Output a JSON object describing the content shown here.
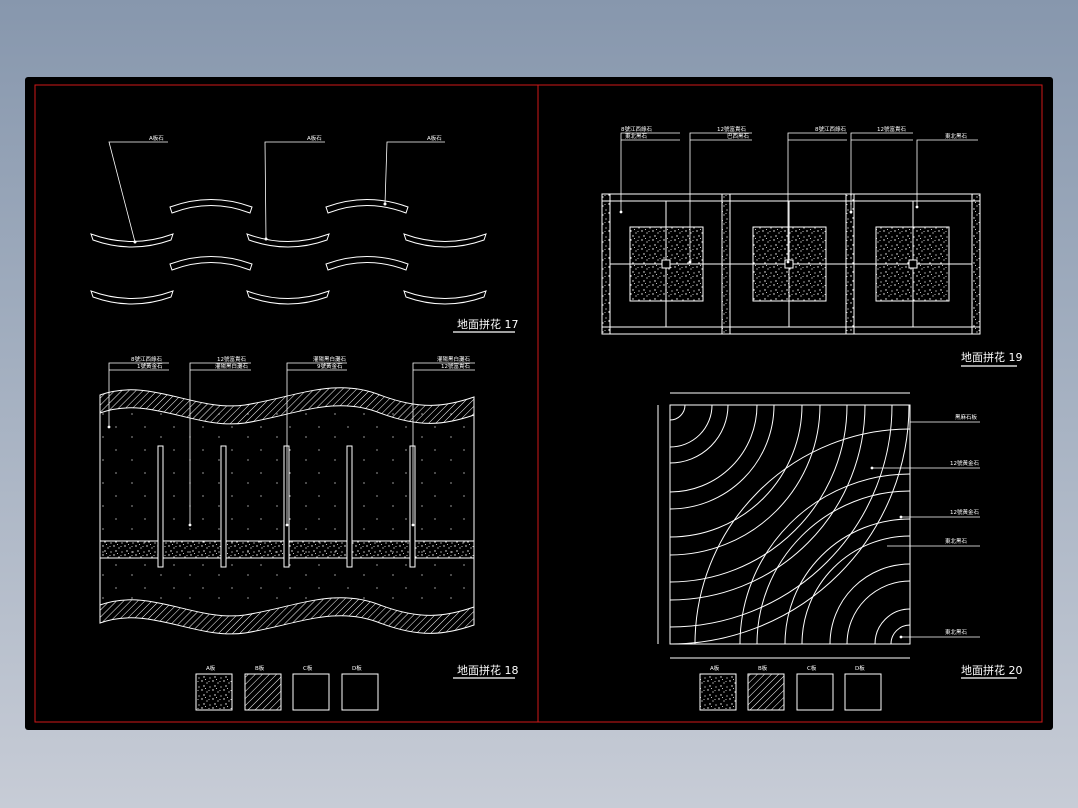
{
  "colors": {
    "background": "#000000",
    "line": "#ffffff",
    "frame": "#d01818"
  },
  "panel17": {
    "title": "地面拼花 17",
    "callouts": [
      "A板石",
      "A板石",
      "A板石"
    ]
  },
  "panel18": {
    "title": "地面拼花 18",
    "callouts_top": [
      "8號江西綠石",
      "12號富貴石",
      "灌陽黑白灘石",
      "灌陽黑白灘石"
    ],
    "callouts_bottom": [
      "1號黃金石",
      "灌陽黑白灘石",
      "9號黃金石",
      "12號富貴石"
    ],
    "legend": [
      "A板",
      "B板",
      "C板",
      "D板"
    ]
  },
  "panel19": {
    "title": "地面拼花 19",
    "callouts_a": [
      "8號江西綠石",
      "8號江西綠石"
    ],
    "callouts_b": [
      "12號富貴石",
      "12號富貴石"
    ],
    "callouts_c": [
      "東北黑石",
      "巴西黑石",
      "東北黑石"
    ]
  },
  "panel20": {
    "title": "地面拼花 20",
    "callouts": [
      "黑麻石板",
      "12號黃金石",
      "12號黃金石",
      "東北黑石",
      "東北黑石"
    ],
    "legend": [
      "A板",
      "B板",
      "C板",
      "D板"
    ]
  }
}
